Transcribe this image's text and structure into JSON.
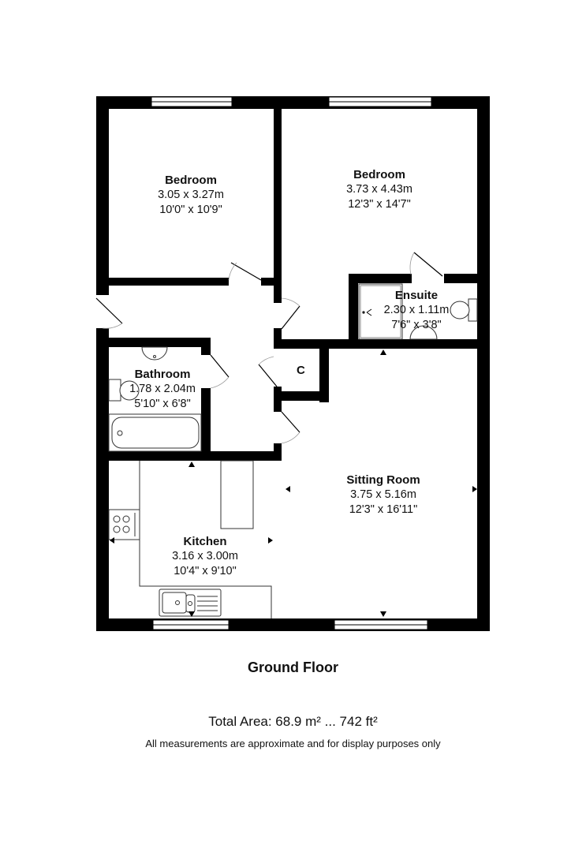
{
  "floor": {
    "title": "Ground Floor",
    "total_area": "Total Area: 68.9 m² ... 742 ft²",
    "disclaimer": "All measurements are approximate and for display purposes only"
  },
  "rooms": {
    "bedroom1": {
      "name": "Bedroom",
      "metric": "3.05 x 3.27m",
      "imperial": "10'0\" x 10'9\""
    },
    "bedroom2": {
      "name": "Bedroom",
      "metric": "3.73 x 4.43m",
      "imperial": "12'3\" x 14'7\""
    },
    "ensuite": {
      "name": "Ensuite",
      "metric": "2.30 x 1.11m",
      "imperial": "7'6\" x 3'8\""
    },
    "bathroom": {
      "name": "Bathroom",
      "metric": "1.78 x 2.04m",
      "imperial": "5'10\" x 6'8\""
    },
    "cupboard": {
      "name": "C"
    },
    "kitchen": {
      "name": "Kitchen",
      "metric": "3.16 x 3.00m",
      "imperial": "10'4\" x 9'10\""
    },
    "sitting_room": {
      "name": "Sitting Room",
      "metric": "3.75 x 5.16m",
      "imperial": "12'3\" x 16'11\""
    }
  },
  "colors": {
    "wall": "#000000",
    "background": "#ffffff",
    "fixture": "#333333"
  }
}
